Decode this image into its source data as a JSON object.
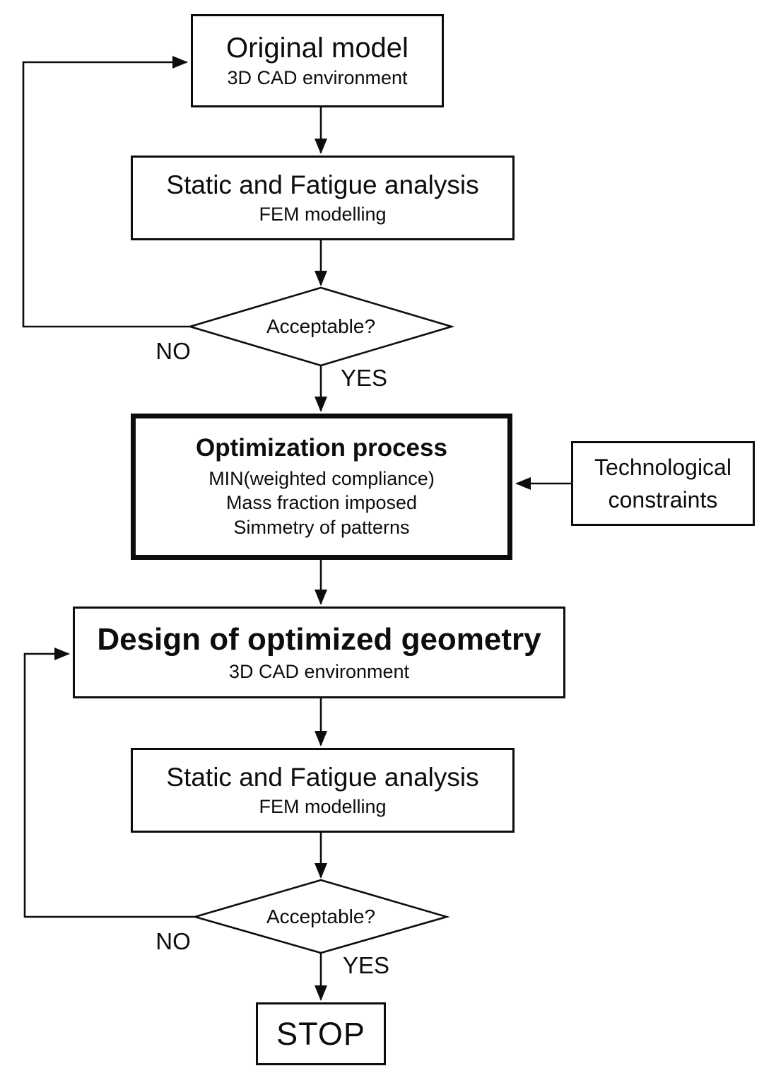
{
  "nodes": {
    "original_model": {
      "title": "Original model",
      "subtitle": "3D CAD environment"
    },
    "static_fatigue_1": {
      "title": "Static and Fatigue analysis",
      "subtitle": "FEM modelling"
    },
    "decision_1": {
      "question": "Acceptable?",
      "no_label": "NO",
      "yes_label": "YES"
    },
    "optimization": {
      "title": "Optimization process",
      "details": [
        "MIN(weighted compliance)",
        "Mass fraction imposed",
        "Simmetry of patterns"
      ]
    },
    "technological_constraints": {
      "title": "Technological constraints"
    },
    "design_geometry": {
      "title": "Design of optimized geometry",
      "subtitle": "3D CAD environment"
    },
    "static_fatigue_2": {
      "title": "Static and Fatigue analysis",
      "subtitle": "FEM modelling"
    },
    "decision_2": {
      "question": "Acceptable?",
      "no_label": "NO",
      "yes_label": "YES"
    },
    "stop": {
      "title": "STOP"
    }
  },
  "colors": {
    "line": "#0d0d0d",
    "background": "#ffffff"
  }
}
